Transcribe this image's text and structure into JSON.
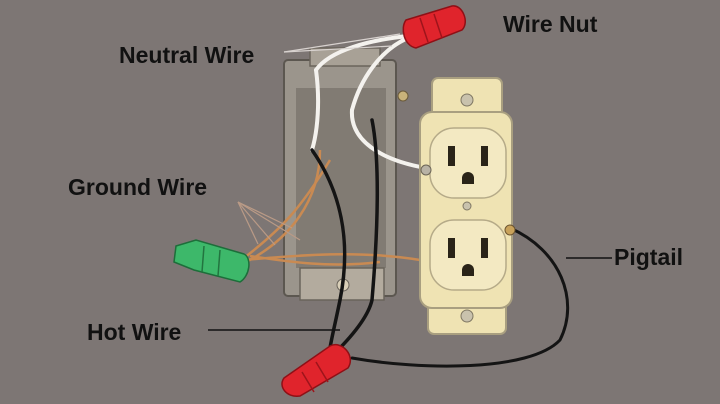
{
  "labels": {
    "wire_nut": "Wire Nut",
    "neutral_wire": "Neutral Wire",
    "ground_wire": "Ground Wire",
    "pigtail": "Pigtail",
    "hot_wire": "Hot Wire"
  },
  "colors": {
    "background": "#7d7674",
    "wire_nut_red": "#e0242c",
    "wire_nut_green": "#3db86a",
    "receptacle_ivory": "#efe3b3",
    "metal_box": "#9b958c",
    "neutral_wire": "#f4f2ee",
    "hot_wire": "#141414",
    "ground_wire": "#c98a52"
  }
}
